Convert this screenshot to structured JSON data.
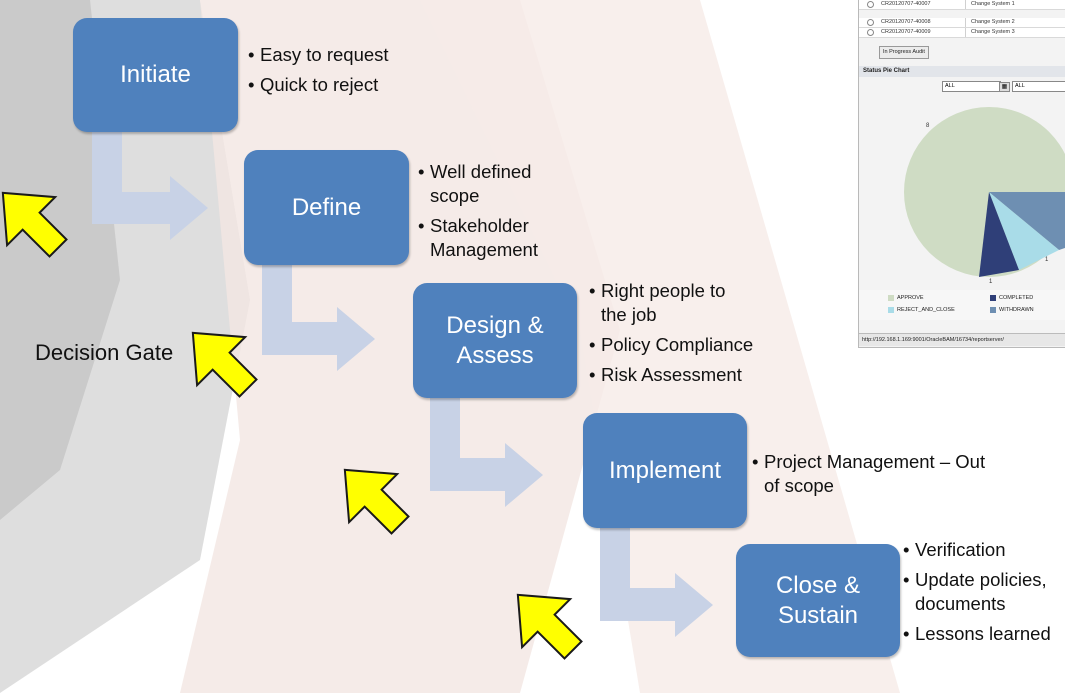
{
  "decision_gate": "Decision Gate",
  "stages": [
    {
      "title": "Initiate",
      "bullets": [
        "Easy to request",
        "Quick to reject"
      ]
    },
    {
      "title": "Define",
      "bullets": [
        "Well defined\nscope",
        "Stakeholder\nManagement"
      ]
    },
    {
      "title": "Design &\nAssess",
      "bullets": [
        "Right people to\nthe job",
        "Policy Compliance",
        "Risk Assessment"
      ]
    },
    {
      "title": "Implement",
      "bullets": [
        "Project Management  – Out\nof scope"
      ]
    },
    {
      "title": "Close &\nSustain",
      "bullets": [
        "Verification",
        "Update policies,\ndocuments",
        "Lessons learned"
      ]
    }
  ],
  "report": {
    "rows": [
      {
        "id": "CR20120707-40007",
        "system": "Change System 1"
      },
      {
        "id": "CR20120707-40008",
        "system": "Change System 2"
      },
      {
        "id": "CR20120707-40009",
        "system": "Change System 3"
      }
    ],
    "audit_button": "In Progress Audit",
    "pie_title": "Status Pie Chart",
    "filter_1": "ALL",
    "filter_2": "ALL",
    "pie_labels": [
      "8",
      "1",
      "1"
    ],
    "legend": [
      "APPROVE",
      "COMPLETED",
      "REJECT_AND_CLOSE",
      "WITHDRAWN"
    ],
    "legend_colors": [
      "#cfdcc4",
      "#2f3f78",
      "#a9dce8",
      "#6e8fb2"
    ],
    "status_url": "http://192.168.1.169:9001/OracleBAM/16734/reportserver/"
  },
  "colors": {
    "stage_fill": "#4f81bd",
    "connector_fill": "#c8d2e6",
    "pointer_fill": "#ffff00",
    "pointer_stroke": "#1a1a1a"
  }
}
